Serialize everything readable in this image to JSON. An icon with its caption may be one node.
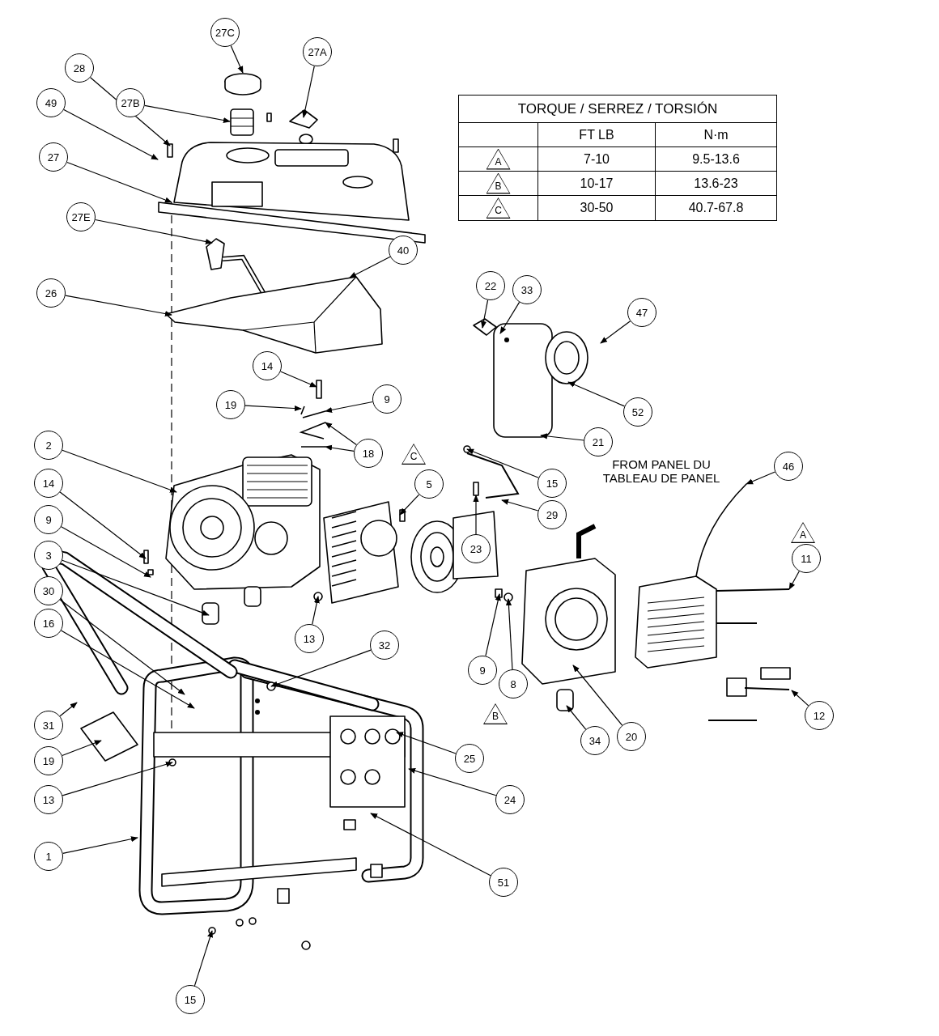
{
  "diagram": {
    "nodes": [
      {
        "text": [
          "28"
        ]
      },
      {
        "text": [
          "27C"
        ]
      },
      {
        "text": [
          "27A"
        ]
      },
      {
        "text": [
          "27B"
        ]
      },
      {
        "text": [
          "49"
        ]
      },
      {
        "text": [
          "27"
        ]
      },
      {
        "text": [
          "27E"
        ]
      },
      {
        "text": [
          "40"
        ]
      },
      {
        "text": [
          "26"
        ]
      },
      {
        "text": [
          "22"
        ]
      },
      {
        "text": [
          "33"
        ]
      },
      {
        "text": [
          "47"
        ]
      },
      {
        "text": [
          "14"
        ]
      },
      {
        "text": [
          "19"
        ]
      },
      {
        "text": [
          "9"
        ]
      },
      {
        "text": [
          "52"
        ]
      },
      {
        "text": [
          "2"
        ]
      },
      {
        "text": [
          "18"
        ]
      },
      {
        "text": [
          "21"
        ]
      },
      {
        "text": [
          "14"
        ]
      },
      {
        "text": [
          "46"
        ]
      },
      {
        "text": [
          "15"
        ]
      },
      {
        "text": [
          "5"
        ]
      },
      {
        "text": [
          "29"
        ]
      },
      {
        "text": [
          "9"
        ]
      },
      {
        "text": [
          "23"
        ]
      },
      {
        "text": [
          "3"
        ]
      },
      {
        "text": [
          "11"
        ]
      },
      {
        "text": [
          "30"
        ]
      },
      {
        "text": [
          "16"
        ]
      },
      {
        "text": [
          "13"
        ]
      },
      {
        "text": [
          "32"
        ]
      },
      {
        "text": [
          "9"
        ]
      },
      {
        "text": [
          "8"
        ]
      },
      {
        "text": [
          "12"
        ]
      },
      {
        "text": [
          "31"
        ]
      },
      {
        "text": [
          "34"
        ]
      },
      {
        "text": [
          "20"
        ]
      },
      {
        "text": [
          "25"
        ]
      },
      {
        "text": [
          "19"
        ]
      },
      {
        "text": [
          "13"
        ]
      },
      {
        "text": [
          "24"
        ]
      },
      {
        "text": [
          "1"
        ]
      },
      {
        "text": [
          "51"
        ]
      },
      {
        "text": [
          "15"
        ]
      }
    ],
    "edges": [
      {
        "from": 0,
        "to": null,
        "arrow": "to"
      },
      {
        "from": 1,
        "to": null,
        "arrow": "to"
      },
      {
        "from": 2,
        "to": null,
        "arrow": "to"
      },
      {
        "from": 3,
        "to": null,
        "arrow": "to"
      },
      {
        "from": 4,
        "to": null,
        "arrow": "to"
      },
      {
        "from": 5,
        "to": null,
        "arrow": "to"
      },
      {
        "from": 6,
        "to": null,
        "arrow": "to"
      },
      {
        "from": 7,
        "to": null,
        "arrow": "to"
      },
      {
        "from": 8,
        "to": null,
        "arrow": "to"
      },
      {
        "from": 9,
        "to": null,
        "arrow": "to"
      },
      {
        "from": 10,
        "to": null,
        "arrow": "to"
      },
      {
        "from": 11,
        "to": null,
        "arrow": "to"
      },
      {
        "from": 12,
        "to": null,
        "arrow": "to"
      },
      {
        "from": 13,
        "to": null,
        "arrow": "to"
      },
      {
        "from": 14,
        "to": null,
        "arrow": "to"
      },
      {
        "from": 15,
        "to": null,
        "arrow": "to"
      },
      {
        "from": 16,
        "to": null,
        "arrow": "to"
      },
      {
        "from": 17,
        "to": null,
        "arrow": "to"
      },
      {
        "from": 17,
        "to": null,
        "arrow": "to"
      },
      {
        "from": 18,
        "to": null,
        "arrow": "to"
      },
      {
        "from": 19,
        "to": null,
        "arrow": "to"
      },
      {
        "from": 20,
        "to": null,
        "arrow": "to"
      },
      {
        "from": 21,
        "to": null,
        "arrow": "to"
      },
      {
        "from": 22,
        "to": null,
        "arrow": "to"
      },
      {
        "from": 23,
        "to": null,
        "arrow": "to"
      },
      {
        "from": 24,
        "to": null,
        "arrow": "to"
      },
      {
        "from": 25,
        "to": null,
        "arrow": "to"
      },
      {
        "from": 26,
        "to": null,
        "arrow": "to"
      },
      {
        "from": 27,
        "to": null,
        "arrow": "to"
      },
      {
        "from": 28,
        "to": null,
        "arrow": "to"
      },
      {
        "from": 29,
        "to": null,
        "arrow": "to"
      },
      {
        "from": 30,
        "to": null,
        "arrow": "to"
      },
      {
        "from": 31,
        "to": null,
        "arrow": "to"
      },
      {
        "from": 32,
        "to": null,
        "arrow": "to"
      },
      {
        "from": 33,
        "to": null,
        "arrow": "to"
      },
      {
        "from": 34,
        "to": null,
        "arrow": "to"
      },
      {
        "from": 35,
        "to": null,
        "arrow": "to"
      },
      {
        "from": 36,
        "to": null,
        "arrow": "to"
      },
      {
        "from": 37,
        "to": null,
        "arrow": "to"
      },
      {
        "from": 38,
        "to": null,
        "arrow": "to"
      },
      {
        "from": 39,
        "to": null,
        "arrow": "to"
      },
      {
        "from": 40,
        "to": null,
        "arrow": "to"
      },
      {
        "from": 41,
        "to": null,
        "arrow": "to"
      },
      {
        "from": 42,
        "to": null,
        "arrow": "to"
      },
      {
        "from": 43,
        "to": null,
        "arrow": "to"
      },
      {
        "from": 44,
        "to": null,
        "arrow": "to"
      }
    ],
    "labels": [
      "TORQUE / SERREZ / TORSIÓN",
      "FT LB",
      "N·m",
      "A",
      "7-10",
      "9.5-13.6",
      "B",
      "10-17",
      "13.6-23",
      "C",
      "30-50",
      "40.7-67.8",
      "FROM PANEL DU TABLEAU DE PANEL",
      "C",
      "A",
      "B"
    ]
  }
}
